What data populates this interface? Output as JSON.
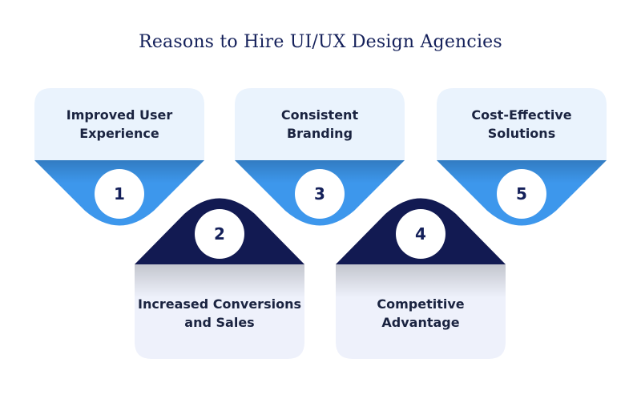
{
  "title": "Reasons to Hire UI/UX Design Agencies",
  "colors": {
    "card_top_bg": "#eaf3fd",
    "card_bottom_bg": "#eef1fb",
    "blue_band": "#3d97ec",
    "navy_band": "#121a52",
    "title_text": "#14205a",
    "label_text": "#1a2340"
  },
  "reasons": [
    {
      "number": "1",
      "label_line1": "Improved User",
      "label_line2": "Experience"
    },
    {
      "number": "2",
      "label_line1": "Increased Conversions",
      "label_line2": "and Sales"
    },
    {
      "number": "3",
      "label_line1": "Consistent",
      "label_line2": "Branding"
    },
    {
      "number": "4",
      "label_line1": "Competitive",
      "label_line2": "Advantage"
    },
    {
      "number": "5",
      "label_line1": "Cost-Effective",
      "label_line2": "Solutions"
    }
  ]
}
